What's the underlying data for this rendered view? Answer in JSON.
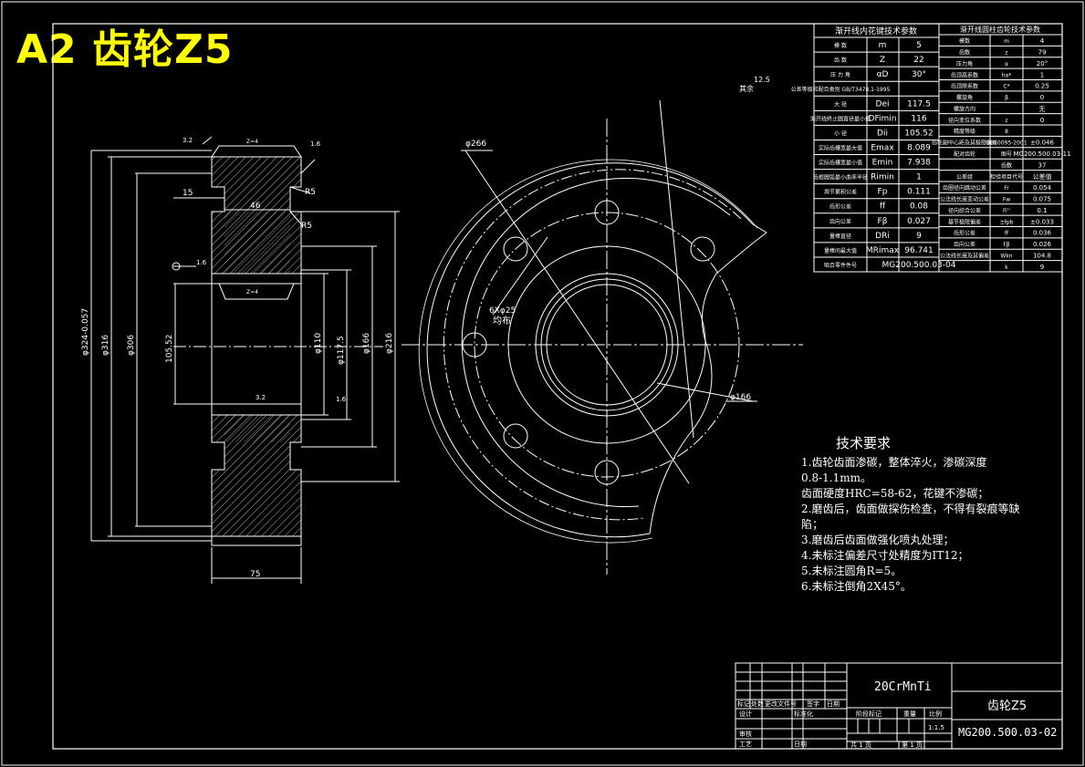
{
  "sheet": {
    "title": "A2 齿轮Z5"
  },
  "params_left": {
    "header": "渐开线内花键技术参数",
    "rows": [
      {
        "name": "模 数",
        "sym": "m",
        "val": "5"
      },
      {
        "name": "齿 数",
        "sym": "Z",
        "val": "22"
      },
      {
        "name": "压 力 角",
        "sym": "αD",
        "val": "30°"
      },
      {
        "name": "公差等级和配合类别 GB/T3478.1-1995",
        "sym": "",
        "val": ""
      },
      {
        "name": "大 径",
        "sym": "Dei",
        "val": "117.5"
      },
      {
        "name": "渐开线终止圆直径最小值",
        "sym": "DFimin",
        "val": "116"
      },
      {
        "name": "小 径",
        "sym": "Dii",
        "val": "105.52"
      },
      {
        "name": "实际齿槽宽最大值",
        "sym": "Emax",
        "val": "8.089"
      },
      {
        "name": "实际齿槽宽最小值",
        "sym": "Emin",
        "val": "7.938"
      },
      {
        "name": "齿根圆弧最小曲率半径",
        "sym": "Rimin",
        "val": "1"
      },
      {
        "name": "周节累积公差",
        "sym": "Fp",
        "val": "0.111"
      },
      {
        "name": "齿形公差",
        "sym": "ff",
        "val": "0.08"
      },
      {
        "name": "齿向公差",
        "sym": "Fβ",
        "val": "0.027"
      },
      {
        "name": "量棒直径",
        "sym": "DRi",
        "val": "9"
      },
      {
        "name": "量棒间最大值",
        "sym": "MRimax",
        "val": "96.741"
      },
      {
        "name": "啮合零件件号",
        "sym": "",
        "val": "MG200.500.03-04"
      }
    ]
  },
  "params_right": {
    "header": "渐开线圆柱齿轮技术参数",
    "rows": [
      {
        "name": "模数",
        "sym": "m",
        "val": "4"
      },
      {
        "name": "齿数",
        "sym": "z",
        "val": "79"
      },
      {
        "name": "压力角",
        "sym": "α",
        "val": "20°"
      },
      {
        "name": "齿顶高系数",
        "sym": "ha*",
        "val": "1"
      },
      {
        "name": "齿顶隙系数",
        "sym": "C*",
        "val": "0.25"
      },
      {
        "name": "螺旋角",
        "sym": "β",
        "val": "0"
      },
      {
        "name": "螺旋方向",
        "sym": "",
        "val": "无"
      },
      {
        "name": "径向变位系数",
        "sym": "z",
        "val": "0"
      },
      {
        "name": "精度等级",
        "sym": "8",
        "val": ""
      },
      {
        "name": "齿轮副中心距及其极限偏差",
        "sym": "GB10095-2001",
        "val": "±0.046"
      },
      {
        "name": "配对齿轮",
        "sym": "图号",
        "val": "MG200.500.03-11"
      },
      {
        "name": "",
        "sym": "齿数",
        "val": "37"
      },
      {
        "name": "公差组",
        "sym": "检验项目代号",
        "val": "公差值"
      },
      {
        "name": "齿圈径向跳动公差",
        "sym": "Fr",
        "val": "0.054"
      },
      {
        "name": "公法线长度变动公差",
        "sym": "Fw",
        "val": "0.075"
      },
      {
        "name": "径向综合公差",
        "sym": "Fi''",
        "val": "0.1"
      },
      {
        "name": "基节极限偏差",
        "sym": "±fpb",
        "val": "±0.033"
      },
      {
        "name": "齿形公差",
        "sym": "ff",
        "val": "0.036"
      },
      {
        "name": "齿向公差",
        "sym": "Fβ",
        "val": "0.026"
      },
      {
        "name": "公法线长度及其偏差",
        "sym": "Wkn",
        "val": "104.8"
      },
      {
        "name": "",
        "sym": "k",
        "val": "9"
      }
    ]
  },
  "requirements": {
    "heading": "技术要求",
    "lines": [
      "1.齿轮齿面渗碳，整体淬火，渗碳深度",
      "0.8-1.1mm。",
      "  齿面硬度HRC=58-62，花键不渗碳；",
      "2.磨齿后，齿面做探伤检查，不得有裂痕等缺",
      "陷；",
      "3.磨齿后齿面做强化喷丸处理；",
      "4.未标注偏差尺寸处精度为IT12；",
      "5.未标注圆角R=5。",
      "6.未标注倒角2X45°。"
    ]
  },
  "title_block": {
    "material": "20CrMnTi",
    "part_name": "齿轮Z5",
    "drawing_no": "MG200.500.03-02",
    "scale": "1:1.5",
    "labels": {
      "mark": "标记",
      "count": "处数",
      "zone": "更改文件号",
      "sign": "签字",
      "date": "日期",
      "design": "设计",
      "standard": "标准化",
      "review": "审核",
      "process": "工艺",
      "date2": "日期",
      "stage": "阶段标记",
      "weight": "重量",
      "ratio": "比例",
      "total": "共 1 页",
      "page": "第 1 页"
    }
  },
  "dimensions": {
    "d324": "φ324-0.057",
    "d316": "φ316",
    "d306": "φ306",
    "d105": "105.52",
    "d110": "φ110",
    "d117": "φ117.5",
    "d166": "φ166",
    "d216": "φ216",
    "w15": "15",
    "w46": "46",
    "w75": "75",
    "r5a": "R5",
    "r5b": "R5",
    "ra_top": "3.2",
    "ra_right": "1.6",
    "ra_mid": "3.2",
    "ra_bot": "1.6",
    "ra_left": "1.6",
    "ra_corner": "12.5",
    "rest": "其余",
    "top_band": "Z=4",
    "mid_band": "Z=4",
    "front_d266": "φ266",
    "front_d166": "φ166",
    "holes": "6Xφ25",
    "holes_note": "均布"
  }
}
